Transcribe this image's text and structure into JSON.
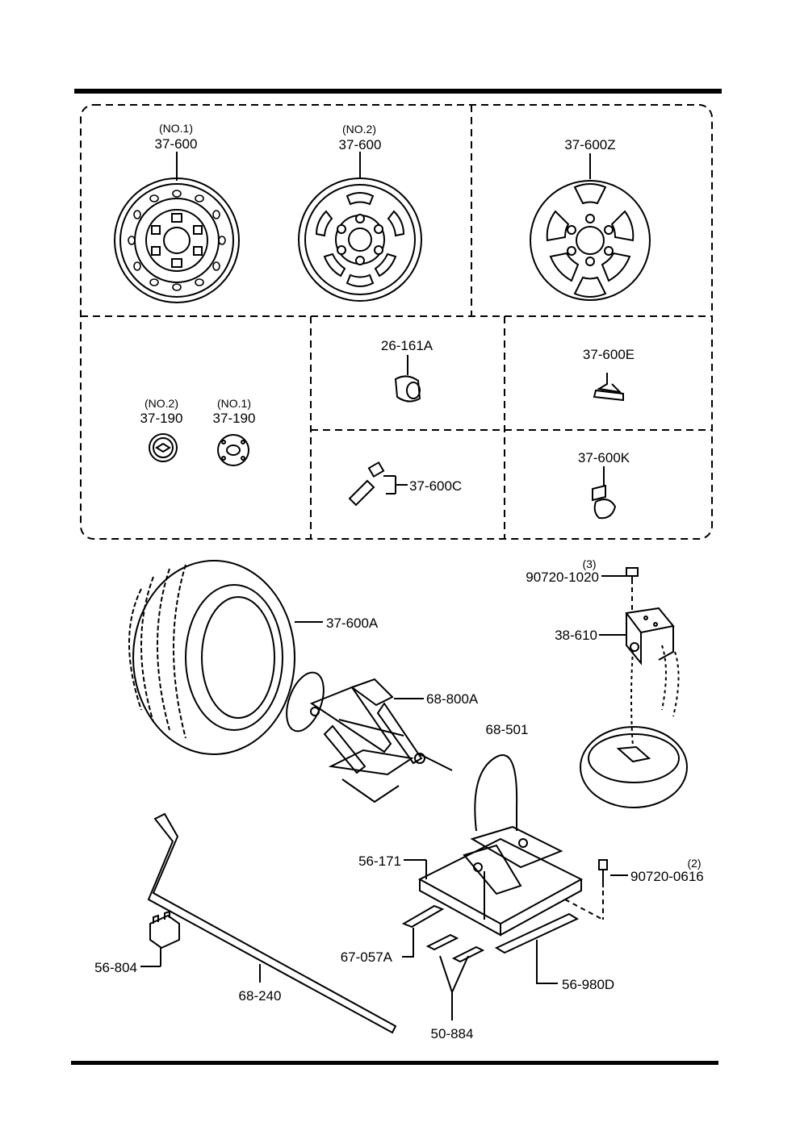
{
  "labels": {
    "wheel_no1_qualifier": "(NO.1)",
    "wheel_no1_part": "37-600",
    "wheel_no2_qualifier": "(NO.2)",
    "wheel_no2_part": "37-600",
    "alloy_wheel_part": "37-600Z",
    "cap_no2_qualifier": "(NO.2)",
    "cap_no2_part": "37-190",
    "cap_no1_qualifier": "(NO.1)",
    "cap_no1_part": "37-190",
    "lug_nut_part": "26-161A",
    "weight_part": "37-600E",
    "valve_part": "37-600C",
    "valve_cap_part": "37-600K",
    "tire_part": "37-600A",
    "jack_part": "68-800A",
    "bolt_top_qty": "(3)",
    "bolt_top_part": "90720-1020",
    "carrier_part": "38-610",
    "cable_part": "68-501",
    "tray_part": "56-171",
    "bolt_side_qty": "(2)",
    "bolt_side_part": "90720-0616",
    "clip_part": "56-804",
    "handle_part": "68-240",
    "pad_part": "67-057A",
    "mat_part": "56-980D",
    "strip_part": "50-884"
  }
}
